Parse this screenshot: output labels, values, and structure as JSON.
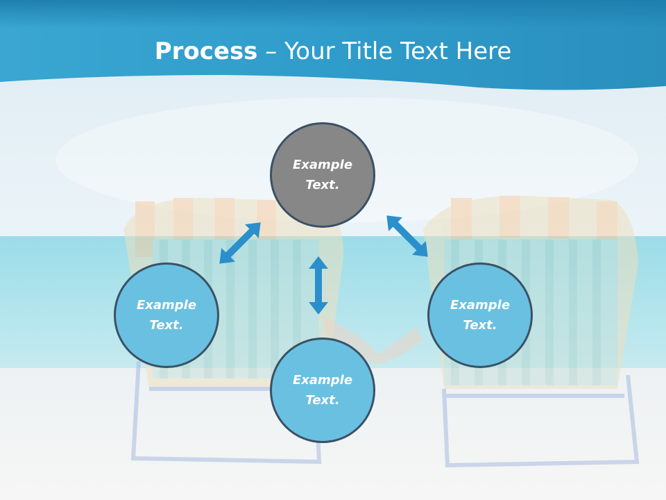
{
  "title": {
    "bold": "Process",
    "rest": " – Your Title Text Here"
  },
  "nodes": {
    "top": "Example Text.",
    "left": "Example Text.",
    "right": "Example Text.",
    "bottom": "Example Text."
  },
  "colors": {
    "header": "#2a94c6",
    "center_node": "#878787",
    "outer_node": "#6ac0e0",
    "node_border": "#3a5166",
    "arrow": "#2b8fcc"
  },
  "icons": [
    "double-arrow-icon"
  ]
}
